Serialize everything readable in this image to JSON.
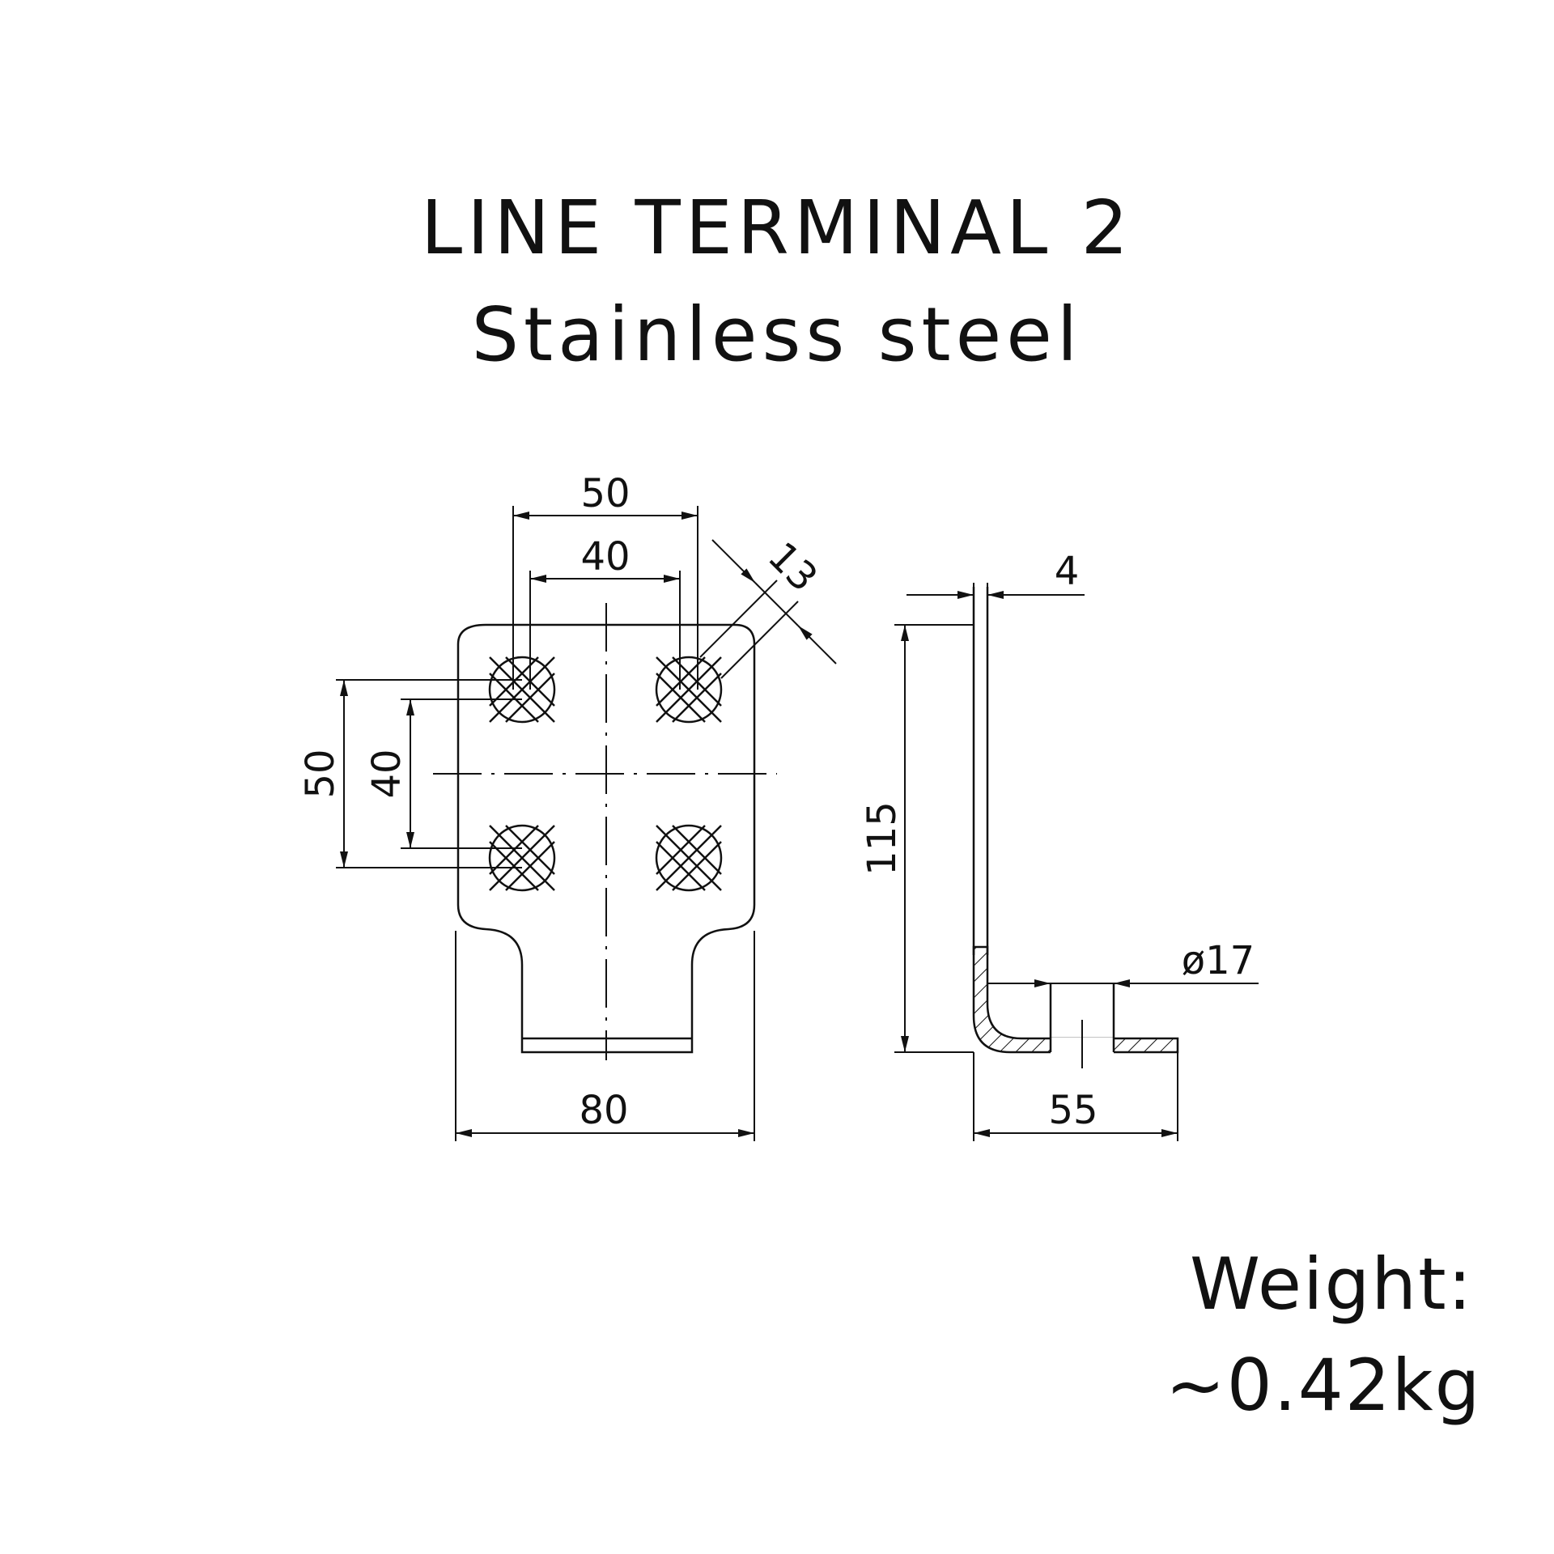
{
  "title": "LINE TERMINAL 2",
  "subtitle": "Stainless steel",
  "weight": {
    "label": "Weight:",
    "value": "~0.42kg"
  },
  "dimensions": {
    "front_view": {
      "hole_spacing_outer_horizontal": "50",
      "hole_spacing_inner_horizontal": "40",
      "hole_spacing_outer_vertical": "50",
      "hole_spacing_inner_vertical": "40",
      "hole_size_diagonal": "13",
      "overall_width": "80"
    },
    "side_view": {
      "thickness": "4",
      "height": "115",
      "hole_diameter": "ø17",
      "foot_length": "55"
    }
  },
  "colors": {
    "line": "#111111",
    "background": "#ffffff"
  }
}
